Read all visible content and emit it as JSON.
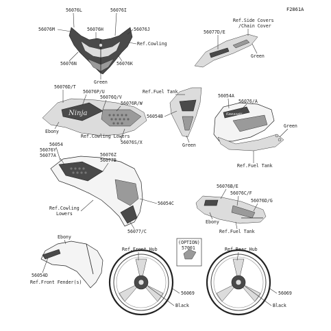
{
  "figure_code": "F2861A",
  "labels": {
    "p56076L": "56076L",
    "p56076I": "56076I",
    "p56076M": "56076M",
    "p56076H": "56076H",
    "p56076J": "56076J",
    "ref_cowling": "Ref.Cowling",
    "p56076N": "56076N",
    "p56076K": "56076K",
    "green_top": "Green",
    "ref_side_covers_1": "Ref.Side Covers",
    "ref_side_covers_2": "/Chain Cover",
    "p56077D_E": "56077D/E",
    "green_right_top": "Green",
    "p56076D_T": "56076D/T",
    "p56076P_U": "56076P/U",
    "p56076Q_V": "56076Q/V",
    "p56076R_W": "56076R/W",
    "ref_fuel_tank_mid": "Ref.Fuel Tank",
    "p56054A": "56054A",
    "p56076_A": "56076/A",
    "p56054B": "56054B",
    "ebony_mid": "Ebony",
    "ref_cowling_lowers_mid": "Ref.Cowling Lowers",
    "p56076S_X": "56076S/X",
    "green_right_mid": "Green",
    "green_tank": "Green",
    "p56054": "56054",
    "p56076Y": "56076Y",
    "p56077A": "56077A",
    "p56076Z": "56076Z",
    "p56077B": "56077B",
    "ref_fuel_tank_right": "Ref.Fuel Tank",
    "p56076B_E": "56076B/E",
    "p56076C_F": "56076C/F",
    "p56076D_G": "56076D/G",
    "ebony_tank": "Ebony",
    "ref_fuel_tank_low": "Ref.Fuel Tank",
    "p56054C": "56054C",
    "ref_cowling_lowers_1": "Ref.Cowling",
    "ref_cowling_lowers_2": "Lowers",
    "p56077_C": "56077/C",
    "ebony_fender": "Ebony",
    "option_1": "(OPTION)",
    "option_2": "57001",
    "ref_front_hub": "Ref.Front Hub",
    "ref_rear_hub": "Ref.Rear Hub",
    "p56054D": "56054D",
    "ref_front_fender": "Ref.Front Fender(s)",
    "p56069_front": "56069",
    "black_front": "Black",
    "p56069_rear": "56069",
    "black_rear": "Black"
  }
}
